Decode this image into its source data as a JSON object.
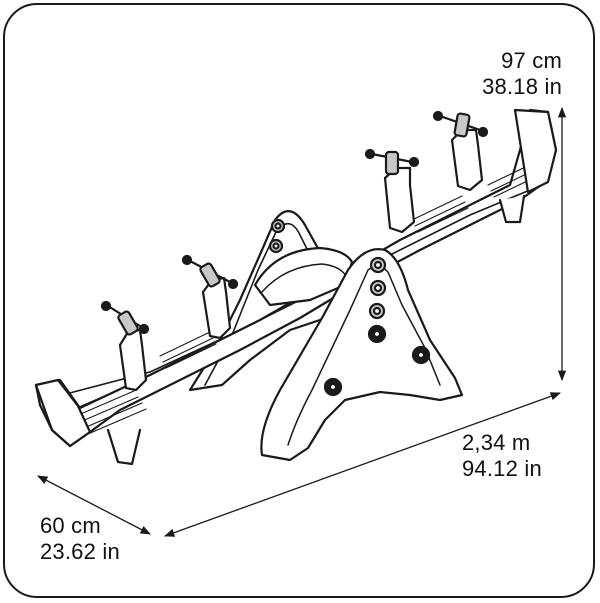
{
  "dimensions": {
    "height": {
      "metric": "97 cm",
      "imperial": "38.18 in"
    },
    "length": {
      "metric": "2,34 m",
      "imperial": "94.12 in"
    },
    "depth": {
      "metric": "60 cm",
      "imperial": "23.62 in"
    }
  },
  "colors": {
    "line": "#1a1a1a",
    "fill": "#ffffff",
    "shade": "#c8c8c8"
  },
  "icons": {
    "product": "seesaw-illustration"
  }
}
